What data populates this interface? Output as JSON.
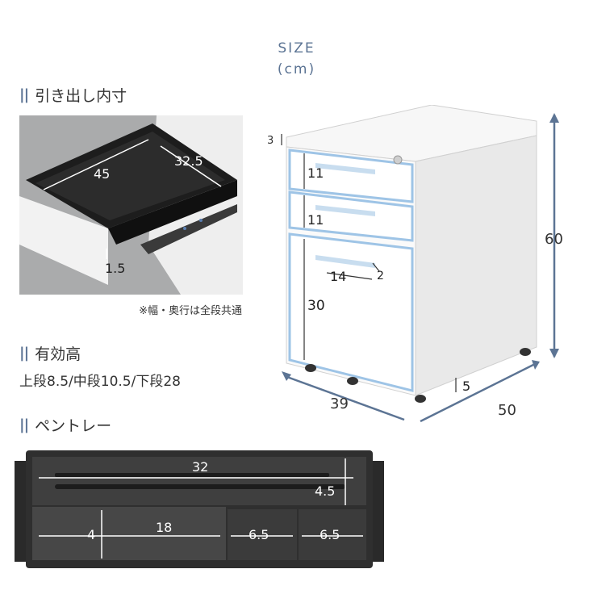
{
  "size_heading": {
    "line1": "SIZE",
    "line2": "(cm)"
  },
  "drawer_inner": {
    "title": "引き出し内寸",
    "depth": "45",
    "width": "32.5",
    "rail": "1.5",
    "note": "※幅・奥行は全段共通"
  },
  "effective_height": {
    "title": "有効高",
    "values": "上段8.5/中段10.5/下段28"
  },
  "pen_tray": {
    "title": "ペントレー",
    "length": "32",
    "groove_depth": "4.5",
    "height": "4",
    "compartment_large": "18",
    "compartment_mid": "6.5",
    "compartment_small": "6.5"
  },
  "cabinet": {
    "top_gap": "3",
    "drawer1_height": "11",
    "drawer2_height": "11",
    "drawer3_height": "30",
    "handle_width": "14",
    "handle_depth": "2",
    "total_height": "60",
    "width": "39",
    "depth": "50",
    "caster_height": "5"
  },
  "colors": {
    "accent": "#5c7494",
    "drawer_trim": "#9ec4e6",
    "cabinet": "#f4f4f4",
    "tray": "#2a2a2a"
  }
}
